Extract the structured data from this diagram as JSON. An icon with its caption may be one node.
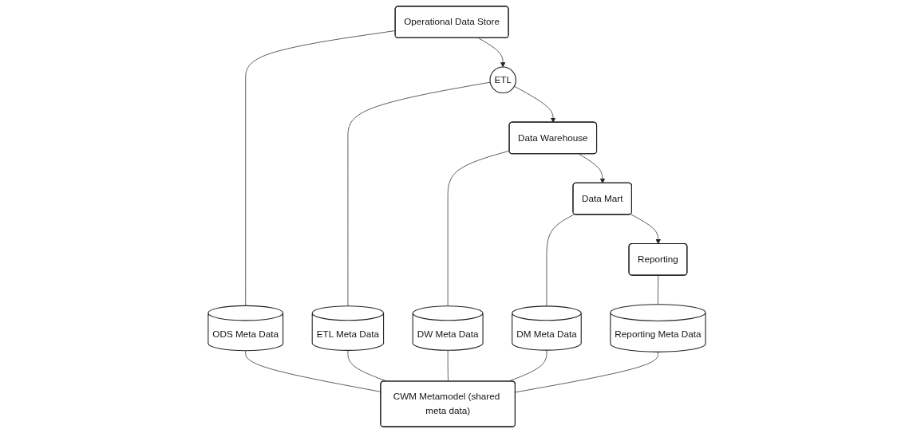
{
  "diagram": {
    "nodes": [
      {
        "text": [
          "Operational Data Store"
        ]
      },
      {
        "text": [
          "ETL"
        ]
      },
      {
        "text": [
          "Data Warehouse"
        ]
      },
      {
        "text": [
          "Data Mart"
        ]
      },
      {
        "text": [
          "Reporting"
        ]
      },
      {
        "text": [
          "ODS Meta Data"
        ]
      },
      {
        "text": [
          "ETL Meta Data"
        ]
      },
      {
        "text": [
          "DW Meta Data"
        ]
      },
      {
        "text": [
          "DM Meta Data"
        ]
      },
      {
        "text": [
          "Reporting Meta Data"
        ]
      },
      {
        "text": [
          "CWM Metamodel (shared meta data)"
        ]
      }
    ],
    "edges": [
      {
        "from": 0,
        "to": 1,
        "arrow": "to"
      },
      {
        "from": 1,
        "to": 2,
        "arrow": "to"
      },
      {
        "from": 2,
        "to": 3,
        "arrow": "to"
      },
      {
        "from": 3,
        "to": 4,
        "arrow": "to"
      },
      {
        "from": 0,
        "to": 5,
        "arrow": "none"
      },
      {
        "from": 1,
        "to": 6,
        "arrow": "none"
      },
      {
        "from": 2,
        "to": 7,
        "arrow": "none"
      },
      {
        "from": 3,
        "to": 8,
        "arrow": "none"
      },
      {
        "from": 4,
        "to": 9,
        "arrow": "none"
      },
      {
        "from": 5,
        "to": 10,
        "arrow": "none"
      },
      {
        "from": 6,
        "to": 10,
        "arrow": "none"
      },
      {
        "from": 7,
        "to": 10,
        "arrow": "none"
      },
      {
        "from": 8,
        "to": 10,
        "arrow": "none"
      },
      {
        "from": 9,
        "to": 10,
        "arrow": "none"
      }
    ]
  }
}
